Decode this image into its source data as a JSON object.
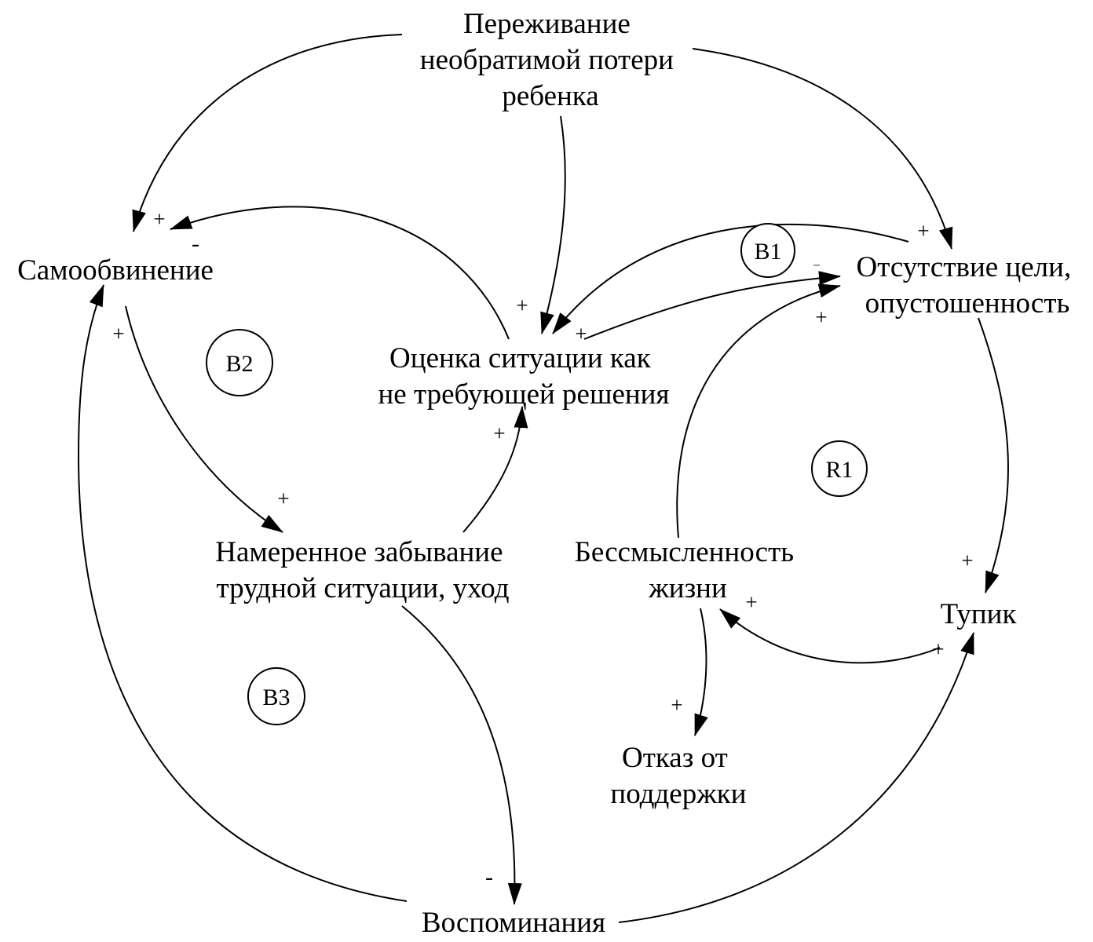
{
  "nodes": {
    "loss": [
      "Переживание",
      "необратимой потери",
      "ребенка"
    ],
    "self_blame": [
      "Самообвинение"
    ],
    "assessment": [
      "Оценка ситуации как",
      "не требующей решения"
    ],
    "no_goal": [
      "Отсутствие цели,",
      "опустошенность"
    ],
    "forgetting": [
      "Намеренное забывание",
      "трудной ситуации, уход"
    ],
    "meaninglessness": [
      "Бессмысленность",
      "жизни"
    ],
    "deadlock": [
      "Тупик"
    ],
    "refusal": [
      "Отказ от",
      "поддержки"
    ],
    "memories": [
      "Воспоминания"
    ]
  },
  "loops": {
    "b1": "B1",
    "b2": "B2",
    "b3": "B3",
    "r1": "R1"
  },
  "polarity": {
    "loss_to_self_blame": "+",
    "assessment_to_self_blame": "-",
    "loss_to_no_goal": "+",
    "no_goal_to_assessment": "-",
    "loss_to_assessment": "+",
    "assessment_to_no_goal": "+",
    "meaninglessness_to_no_goal": "+",
    "self_blame_to_forgetting": "+",
    "forgetting_to_assessment": "+",
    "forgetting_to_memories": "-",
    "no_goal_to_deadlock": "+",
    "deadlock_to_meaninglessness": "+",
    "memories_to_deadlock": "+",
    "meaninglessness_to_refusal": "+",
    "memories_to_self_blame": "+"
  },
  "colors": {
    "stroke": "#000000",
    "background": "#ffffff",
    "faded_sign": "#a0a0a0"
  }
}
